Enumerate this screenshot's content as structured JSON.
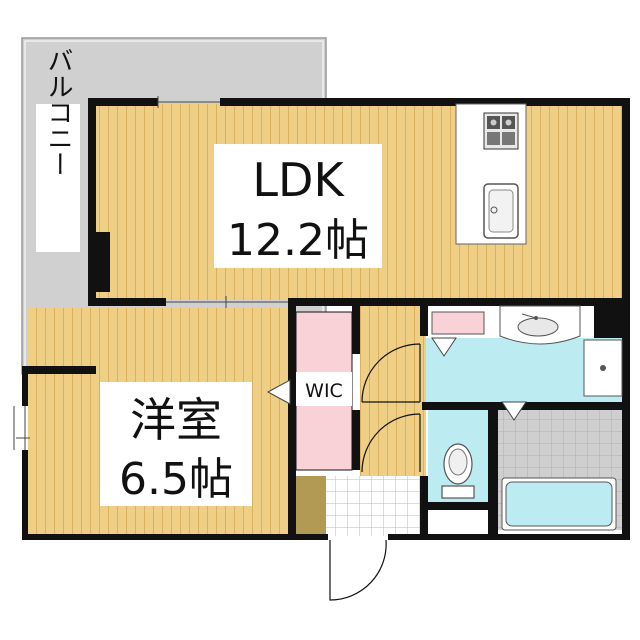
{
  "floorplan": {
    "balcony_label": "バルコニー",
    "ldk": {
      "name": "LDK",
      "size": "12.2帖"
    },
    "western_room": {
      "name": "洋室",
      "size": "6.5帖"
    },
    "wic_label": "WIC"
  },
  "colors": {
    "floor_wood": "#EFCF86",
    "floor_stripe": "#D9B15F",
    "wall": "#111111",
    "balcony": "#D0D0D0",
    "wet_area": "#BDEBF2",
    "closet": "#F8D2D6",
    "tile_grey": "#CFCFCF",
    "entrance_tile": "#FFFFFF",
    "shoe_box": "#B29A55"
  }
}
